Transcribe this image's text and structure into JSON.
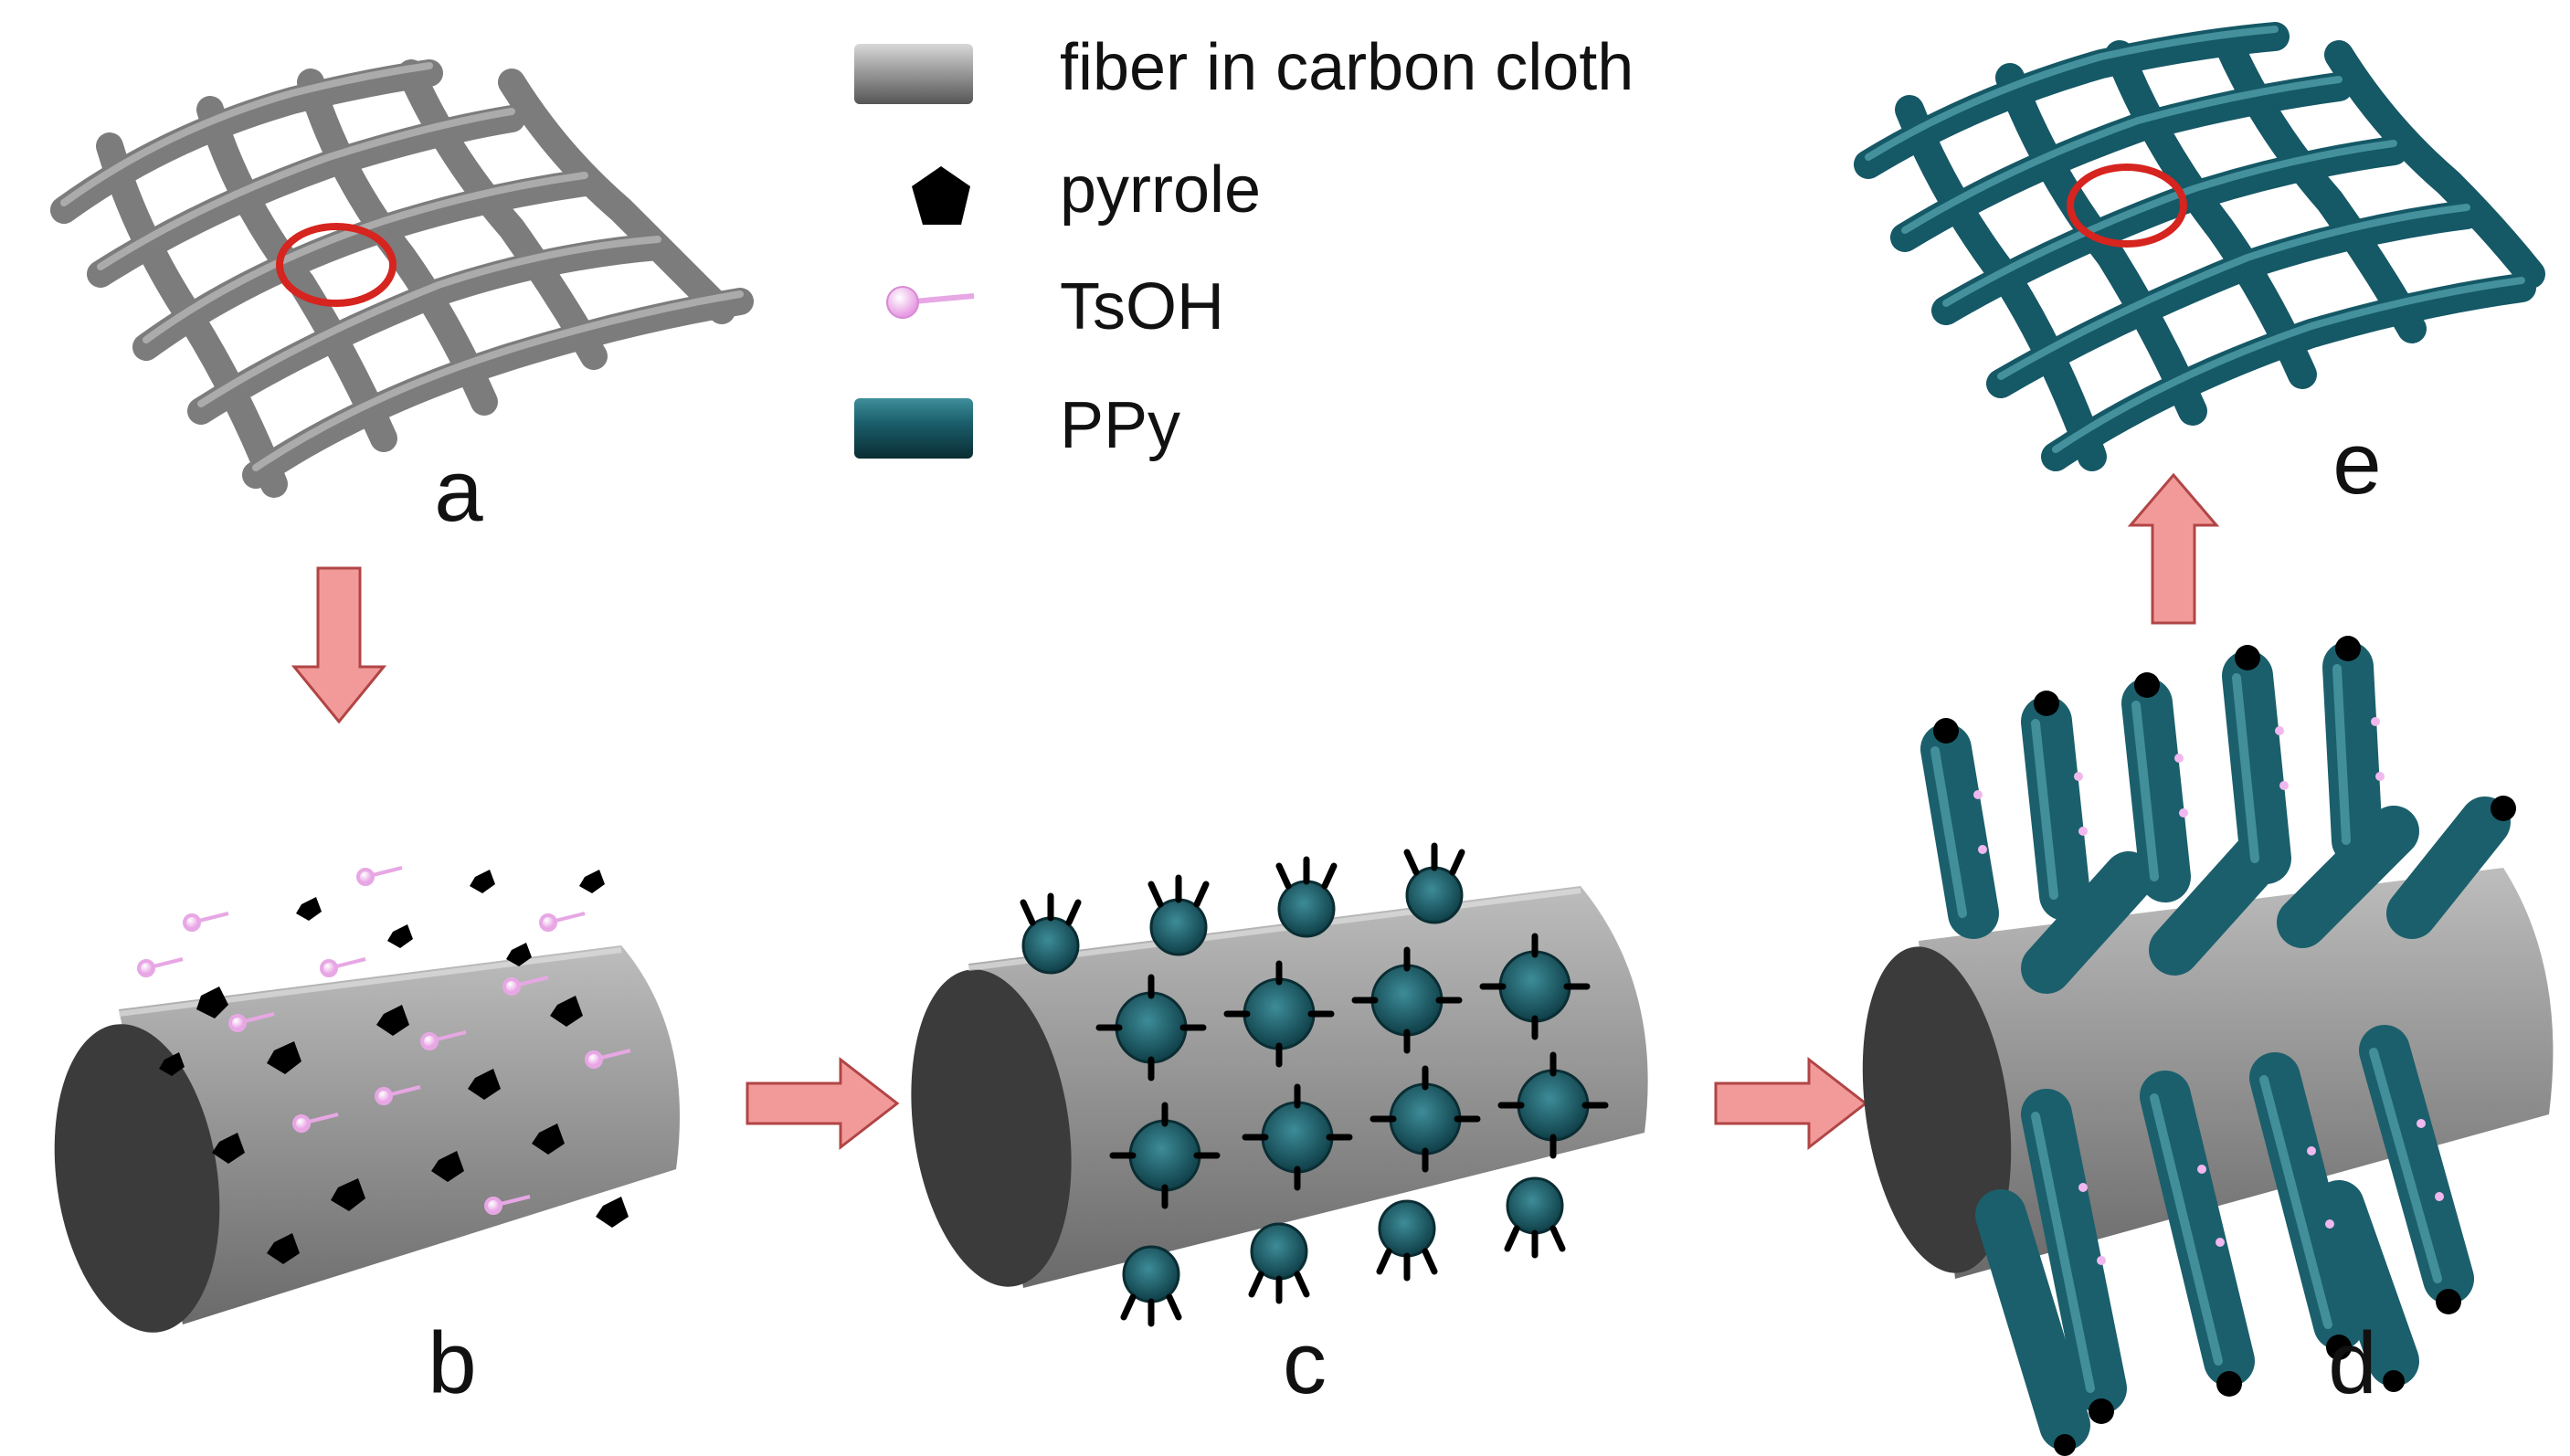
{
  "legend": {
    "items": [
      {
        "icon": "gray-cylinder-icon",
        "label": "fiber in carbon cloth",
        "color": "#7a7a7a"
      },
      {
        "icon": "pentagon-icon",
        "label": "pyrrole",
        "color": "#000000"
      },
      {
        "icon": "ball-stick-icon",
        "label": "TsOH",
        "color": "#f0b8ee"
      },
      {
        "icon": "teal-cylinder-icon",
        "label": "PPy",
        "color": "#0e3b44"
      }
    ]
  },
  "panels": {
    "a": "a",
    "b": "b",
    "c": "c",
    "d": "d",
    "e": "e"
  },
  "colors": {
    "fiber_gray": "#8c8c8c",
    "ppy_teal": "#1b5f6c",
    "arrow_pink": "#f29a9a",
    "highlight_red": "#d6241f",
    "tsoh_pink": "#f0b8ee"
  }
}
